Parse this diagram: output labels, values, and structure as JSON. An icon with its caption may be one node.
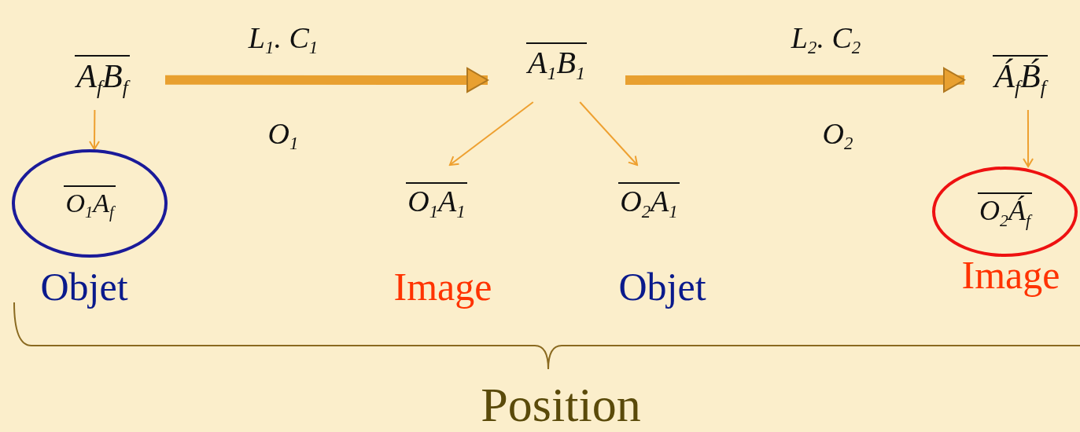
{
  "diagram": {
    "nodes": [
      {
        "text": [
          "A$_{f}$B$_{f}$"
        ]
      },
      {
        "text": [
          "A$_{1}$B$_{1}$"
        ]
      },
      {
        "text": [
          "Á$_{f}$B́$_{f}$"
        ]
      },
      {
        "text": [
          "O$_{1}$A$_{f}$"
        ],
        "beside": [
          "Objet"
        ]
      },
      {
        "text": [
          "O$_{1}$A$_{1}$"
        ],
        "beside": [
          "Image"
        ]
      },
      {
        "text": [
          "O$_{2}$A$_{1}$"
        ],
        "beside": [
          "Objet"
        ]
      },
      {
        "text": [
          "O$_{2}$Á$_{f}$"
        ],
        "beside": [
          "Image"
        ]
      }
    ],
    "edges": [
      {
        "from": 0,
        "to": 1,
        "arrow": "to",
        "label": "L$_{1}$. C$_{1}$",
        "style": "thick"
      },
      {
        "from": 1,
        "to": 2,
        "arrow": "to",
        "label": "L$_{2}$. C$_{2}$",
        "style": "thick"
      },
      {
        "from": 0,
        "to": 3,
        "arrow": "to"
      },
      {
        "from": 1,
        "to": 4,
        "arrow": "to"
      },
      {
        "from": 1,
        "to": 5,
        "arrow": "to"
      },
      {
        "from": 2,
        "to": 6,
        "arrow": "to"
      }
    ],
    "labels": [
      "O$_{1}$",
      "O$_{2}$",
      "Position"
    ]
  }
}
